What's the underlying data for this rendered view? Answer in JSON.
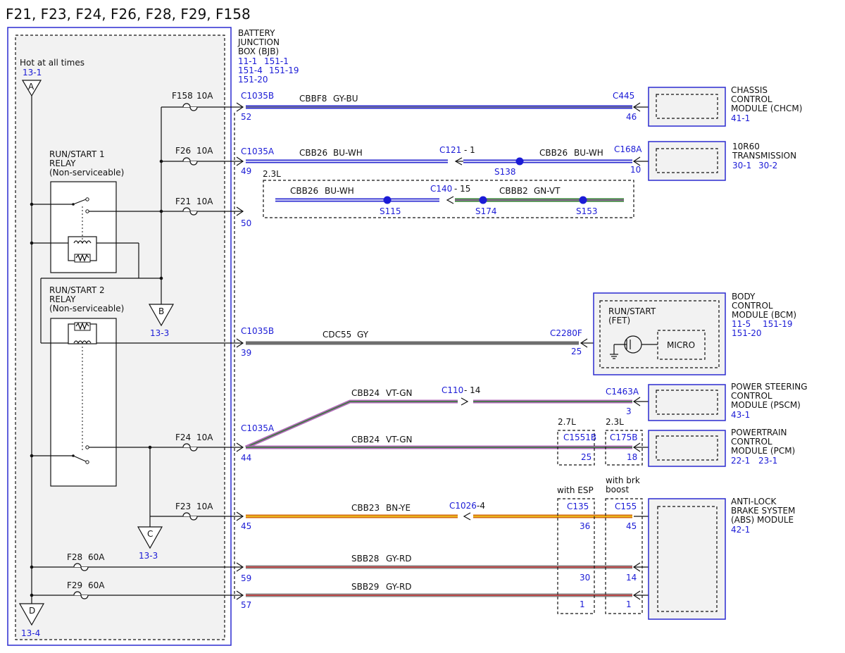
{
  "title": "F21, F23, F24, F26, F28, F29, F158",
  "colors": {
    "blue": "#1b1bd6",
    "box_outline": "#2b2bd0",
    "bjb_fill": "#f2f2f2",
    "gray": "#6e6e6e",
    "violet": "#b06ab8",
    "green": "#2e7d2e",
    "orange": "#d46a10",
    "red": "#b33a3a"
  },
  "bjb": {
    "name": "BATTERY\nJUNCTION\nBOX (BJB)",
    "refs": [
      "11-1",
      "151-1",
      "151-4",
      "151-19",
      "151-20"
    ],
    "hot_label": "Hot at all times",
    "hot_ref": "13-1"
  },
  "relays": [
    {
      "name": "RUN/START 1\nRELAY\n(Non-serviceable)"
    },
    {
      "name": "RUN/START 2\nRELAY\n(Non-serviceable)"
    }
  ],
  "offpage": [
    {
      "letter": "A",
      "ref": "13-1"
    },
    {
      "letter": "B",
      "ref": "13-3"
    },
    {
      "letter": "C",
      "ref": "13-3"
    },
    {
      "letter": "D",
      "ref": "13-4"
    }
  ],
  "fuses": [
    {
      "name": "F158",
      "rating": "10A"
    },
    {
      "name": "F26",
      "rating": "10A"
    },
    {
      "name": "F21",
      "rating": "10A"
    },
    {
      "name": "F24",
      "rating": "10A"
    },
    {
      "name": "F23",
      "rating": "10A"
    },
    {
      "name": "F28",
      "rating": "60A"
    },
    {
      "name": "F29",
      "rating": "60A"
    }
  ],
  "circuits": [
    {
      "connector": "C1035B",
      "pin": "52",
      "circuit": "CBBF8",
      "color": "GY-BU",
      "end_connector": "C445",
      "end_pin": "46"
    },
    {
      "connector": "C1035A",
      "pin": "49",
      "circuit": "CBB26",
      "color": "BU-WH",
      "inline": "C121",
      "inline_pin": "- 1",
      "splice": "S138",
      "circuit2": "CBB26",
      "color2": "BU-WH",
      "end_connector": "C168A",
      "end_pin": "10"
    },
    {
      "pin": "50",
      "variant": "2.3L",
      "circuit": "CBB26",
      "color": "BU-WH",
      "splice1": "S115",
      "inline": "C140",
      "inline_pin": "- 15",
      "splice2": "S174",
      "circuit2": "CBBB2",
      "color2": "GN-VT",
      "splice3": "S153"
    },
    {
      "connector": "C1035B",
      "pin": "39",
      "circuit": "CDC55",
      "color": "GY",
      "end_connector": "C2280F",
      "end_pin": "25"
    },
    {
      "connector": "C1035A",
      "pin": "44",
      "circuit": "CBB24",
      "color": "VT-GN",
      "inline": "C110",
      "inline_pin": "- 14",
      "end_connector": "C1463A",
      "end_pin": "3",
      "circuit2": "CBB24",
      "color2": "VT-GN",
      "variant_a": "2.7L",
      "conn_a": "C1551B",
      "pin_a": "25",
      "variant_b": "2.3L",
      "conn_b": "C175B",
      "pin_b": "18"
    },
    {
      "pin": "45",
      "circuit": "CBB23",
      "color": "BN-YE",
      "inline": "C1026",
      "inline_pin": "-4",
      "variant_a": "with ESP",
      "conn_a": "C135",
      "pin_a": "36",
      "variant_b": "with brk\nboost",
      "conn_b": "C155",
      "pin_b": "45"
    },
    {
      "pin": "59",
      "circuit": "SBB28",
      "color": "GY-RD",
      "pin_a": "30",
      "pin_b": "14"
    },
    {
      "pin": "57",
      "circuit": "SBB29",
      "color": "GY-RD",
      "pin_a": "1",
      "pin_b": "1"
    }
  ],
  "modules": [
    {
      "name": "CHASSIS\nCONTROL\nMODULE (CHCM)",
      "refs": [
        "41-1"
      ]
    },
    {
      "name": "10R60\nTRANSMISSION",
      "refs": [
        "30-1",
        "30-2"
      ]
    },
    {
      "name": "BODY\nCONTROL\nMODULE (BCM)",
      "refs": [
        "11-5",
        "151-19",
        "151-20"
      ],
      "inner": "RUN/START\n(FET)",
      "micro": "MICRO"
    },
    {
      "name": "POWER STEERING\nCONTROL\nMODULE (PSCM)",
      "refs": [
        "43-1"
      ]
    },
    {
      "name": "POWERTRAIN\nCONTROL\nMODULE (PCM)",
      "refs": [
        "22-1",
        "23-1"
      ]
    },
    {
      "name": "ANTI-LOCK\nBRAKE SYSTEM\n(ABS) MODULE",
      "refs": [
        "42-1"
      ]
    }
  ]
}
